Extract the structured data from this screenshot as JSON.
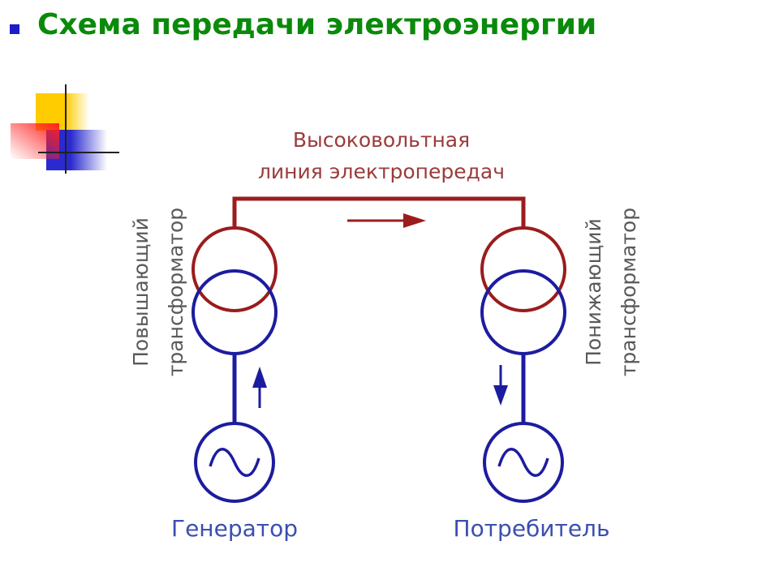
{
  "slide": {
    "title": "Схема передачи электроэнергии"
  },
  "diagram": {
    "line_label_1": "Высоковольтная",
    "line_label_2": "линия электропередач",
    "left_label_1": "Повышающий",
    "left_label_2": "трансформатор",
    "right_label_1": "Понижающий",
    "right_label_2": "трансформатор",
    "generator_label": "Генератор",
    "consumer_label": "Потребитель",
    "colors": {
      "high_voltage": "#9b1c1c",
      "low_voltage": "#1c1ca0",
      "title": "#0a8a0a",
      "label_gray": "#5a5a5a"
    }
  }
}
